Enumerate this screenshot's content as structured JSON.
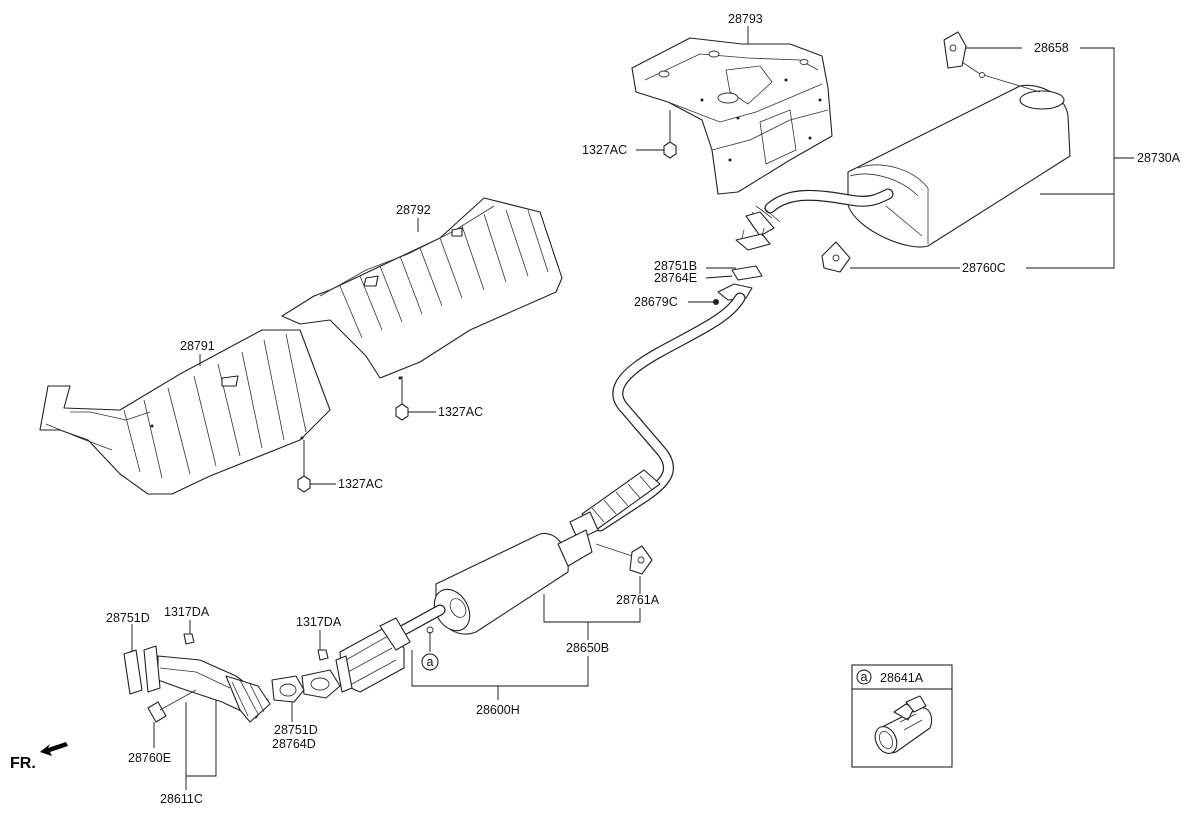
{
  "labels": {
    "p28793": "28793",
    "p28658": "28658",
    "p28730A": "28730A",
    "p1327AC_top": "1327AC",
    "p28751B": "28751B",
    "p28764E": "28764E",
    "p28679C": "28679C",
    "p28760C": "28760C",
    "p28792": "28792",
    "p28791": "28791",
    "p1327AC_mid": "1327AC",
    "p1327AC_left": "1327AC",
    "p28761A": "28761A",
    "p28650B": "28650B",
    "p1317DA_left": "1317DA",
    "p1317DA_right": "1317DA",
    "p28751D_left": "28751D",
    "p28751D_right": "28751D",
    "p28764D": "28764D",
    "p28760E": "28760E",
    "p28600H": "28600H",
    "p28611C": "28611C",
    "p28641A": "28641A",
    "callout_a": "a",
    "callout_a_legend": "a",
    "fr": "FR."
  }
}
